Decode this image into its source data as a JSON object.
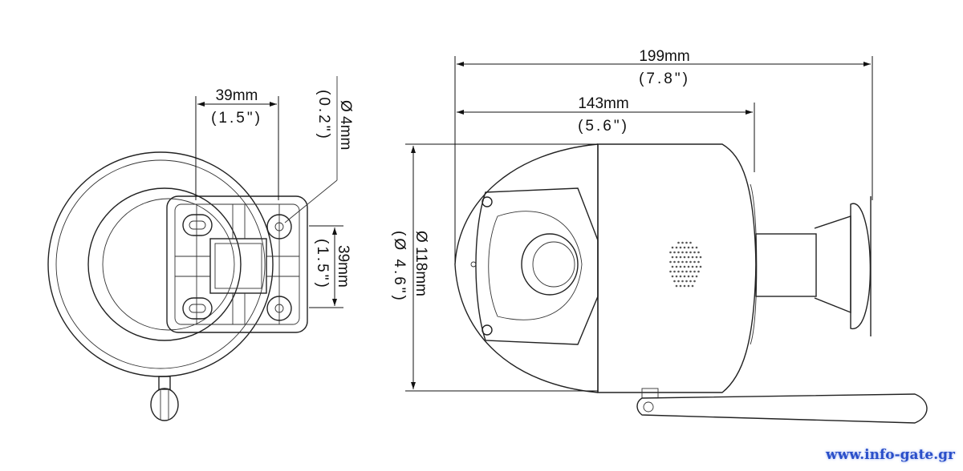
{
  "dimensions": {
    "overall_length": {
      "metric": "199mm",
      "imperial": "(7.8\")"
    },
    "body_length": {
      "metric": "143mm",
      "imperial": "(5.6\")"
    },
    "mount_width": {
      "metric": "39mm",
      "imperial": "(1.5\")"
    },
    "mount_height": {
      "metric": "39mm",
      "imperial": "(1.5\")"
    },
    "hole_diameter": {
      "metric": "Ø 4mm",
      "imperial": "(0.2\")"
    },
    "dome_diameter": {
      "metric": "Ø 118mm",
      "imperial": "(Ø 4.6\")"
    }
  },
  "watermark": "www.info-gate.gr"
}
